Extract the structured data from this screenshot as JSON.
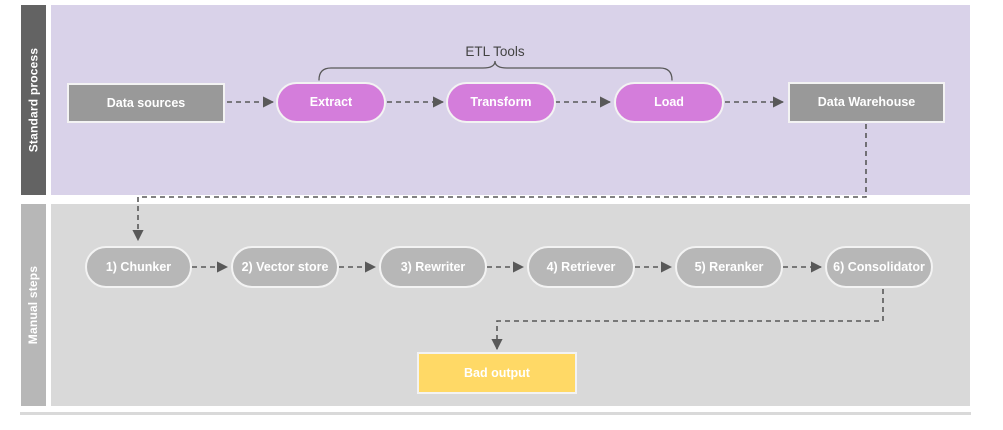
{
  "diagram": {
    "title": "ETL and RAG pipeline swimlane diagram",
    "colors": {
      "lane_top_label_bg": "#636363",
      "lane_top_body_bg": "#d9d2e9",
      "lane_bottom_label_bg": "#b7b7b7",
      "lane_bottom_body_bg": "#d9d9d9",
      "gray_box": "#999999",
      "purple_pill": "#d47ddb",
      "gray_pill": "#b7b7b7",
      "yellow_box": "#ffd966",
      "connector": "#595959",
      "node_text": "#ffffff",
      "brace_label_text": "#434343"
    },
    "lanes": [
      {
        "id": "standard-process",
        "label": "Standard process"
      },
      {
        "id": "manual-steps",
        "label": "Manual steps"
      }
    ],
    "annotations": [
      {
        "id": "etl-tools-brace",
        "label": "ETL Tools"
      }
    ],
    "standard_process_nodes": [
      {
        "id": "data-sources",
        "label": "Data sources",
        "shape": "rect",
        "style": "gray-box"
      },
      {
        "id": "extract",
        "label": "Extract",
        "shape": "pill",
        "style": "purple"
      },
      {
        "id": "transform",
        "label": "Transform",
        "shape": "pill",
        "style": "purple"
      },
      {
        "id": "load",
        "label": "Load",
        "shape": "pill",
        "style": "purple"
      },
      {
        "id": "data-warehouse",
        "label": "Data Warehouse",
        "shape": "rect",
        "style": "gray-box"
      }
    ],
    "manual_steps_nodes": [
      {
        "id": "chunker",
        "label": "1) Chunker",
        "shape": "pill",
        "style": "gray-pill"
      },
      {
        "id": "vector-store",
        "label": "2) Vector store",
        "shape": "pill",
        "style": "gray-pill"
      },
      {
        "id": "rewriter",
        "label": "3) Rewriter",
        "shape": "pill",
        "style": "gray-pill"
      },
      {
        "id": "retriever",
        "label": "4) Retriever",
        "shape": "pill",
        "style": "gray-pill"
      },
      {
        "id": "reranker",
        "label": "5) Reranker",
        "shape": "pill",
        "style": "gray-pill"
      },
      {
        "id": "consolidator",
        "label": "6) Consolidator",
        "shape": "pill",
        "style": "gray-pill"
      }
    ],
    "output_nodes": [
      {
        "id": "bad-output",
        "label": "Bad output",
        "shape": "rect",
        "style": "yellow-box"
      }
    ],
    "edges": [
      {
        "from": "data-sources",
        "to": "extract",
        "style": "dashed-arrow"
      },
      {
        "from": "extract",
        "to": "transform",
        "style": "dashed-arrow"
      },
      {
        "from": "transform",
        "to": "load",
        "style": "dashed-arrow"
      },
      {
        "from": "load",
        "to": "data-warehouse",
        "style": "dashed-arrow"
      },
      {
        "from": "data-warehouse",
        "to": "chunker",
        "style": "dashed-arrow-elbow"
      },
      {
        "from": "chunker",
        "to": "vector-store",
        "style": "dashed-arrow"
      },
      {
        "from": "vector-store",
        "to": "rewriter",
        "style": "dashed-arrow"
      },
      {
        "from": "rewriter",
        "to": "retriever",
        "style": "dashed-arrow"
      },
      {
        "from": "retriever",
        "to": "reranker",
        "style": "dashed-arrow"
      },
      {
        "from": "reranker",
        "to": "consolidator",
        "style": "dashed-arrow"
      },
      {
        "from": "consolidator",
        "to": "bad-output",
        "style": "dashed-arrow-elbow"
      }
    ]
  }
}
